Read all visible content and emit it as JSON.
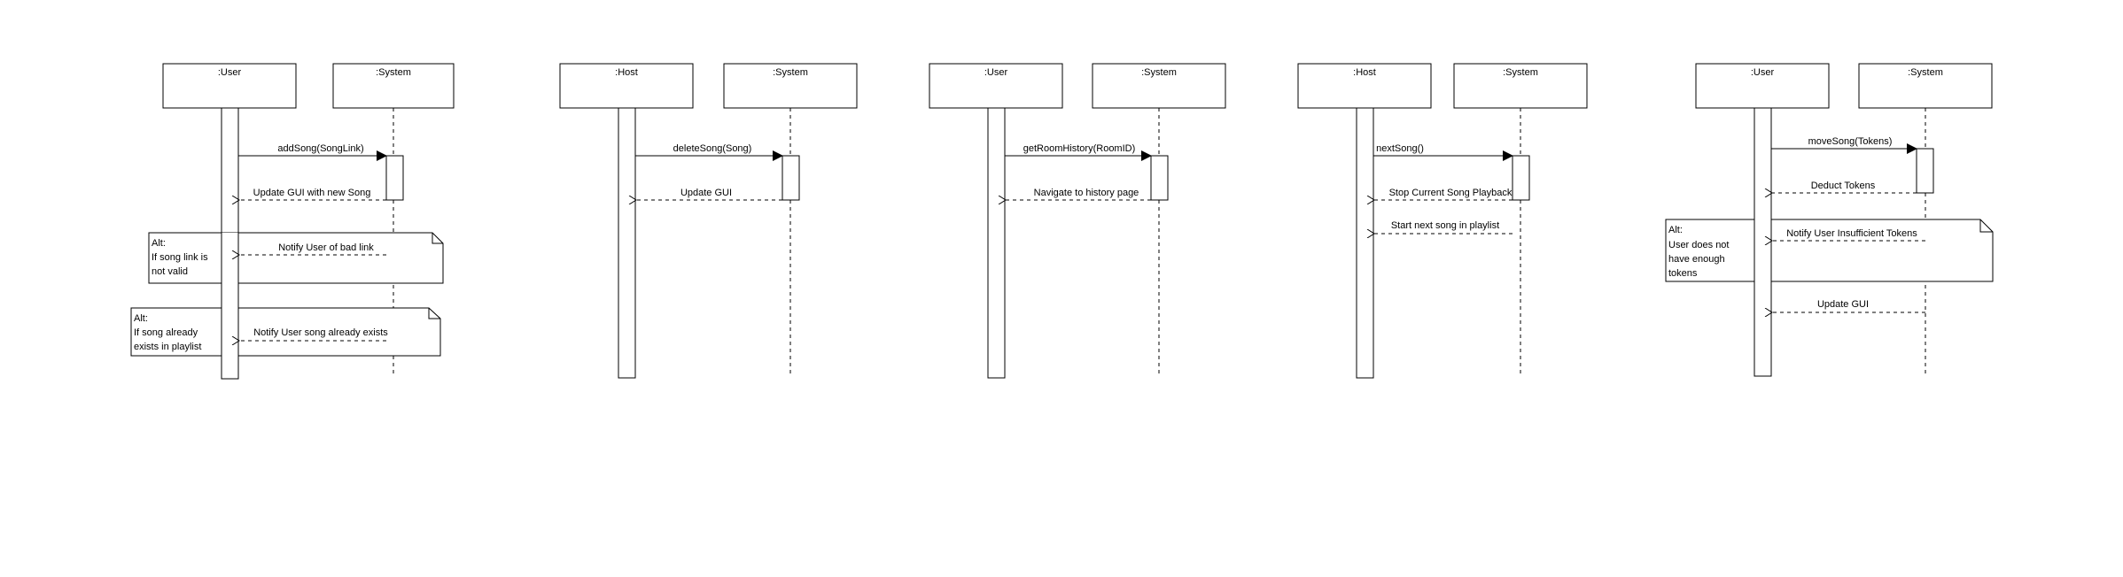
{
  "diagrams": [
    {
      "left_actor": ":User",
      "right_actor": ":System",
      "messages": [
        {
          "text": "addSong(SongLink)"
        },
        {
          "text": "Update GUI with new Song"
        },
        {
          "text": "Notify User of bad link"
        },
        {
          "text": "Notify User song already exists"
        }
      ],
      "notes": [
        {
          "lines": [
            "Alt:",
            "If song link is",
            "not valid"
          ]
        },
        {
          "lines": [
            "Alt:",
            "If song already",
            "exists in playlist"
          ]
        }
      ]
    },
    {
      "left_actor": ":Host",
      "right_actor": ":System",
      "messages": [
        {
          "text": "deleteSong(Song)"
        },
        {
          "text": "Update GUI"
        }
      ],
      "notes": []
    },
    {
      "left_actor": ":User",
      "right_actor": ":System",
      "messages": [
        {
          "text": "getRoomHistory(RoomID)"
        },
        {
          "text": "Navigate to history page"
        }
      ],
      "notes": []
    },
    {
      "left_actor": ":Host",
      "right_actor": ":System",
      "messages": [
        {
          "text": "nextSong()"
        },
        {
          "text": "Stop Current Song Playback"
        },
        {
          "text": "Start next song in playlist"
        }
      ],
      "notes": []
    },
    {
      "left_actor": ":User",
      "right_actor": ":System",
      "messages": [
        {
          "text": "moveSong(Tokens)"
        },
        {
          "text": "Deduct Tokens"
        },
        {
          "text": "Notify User Insufficient Tokens"
        },
        {
          "text": "Update GUI"
        }
      ],
      "notes": [
        {
          "lines": [
            "Alt:",
            "User does not",
            "have enough",
            "tokens"
          ]
        }
      ]
    }
  ]
}
